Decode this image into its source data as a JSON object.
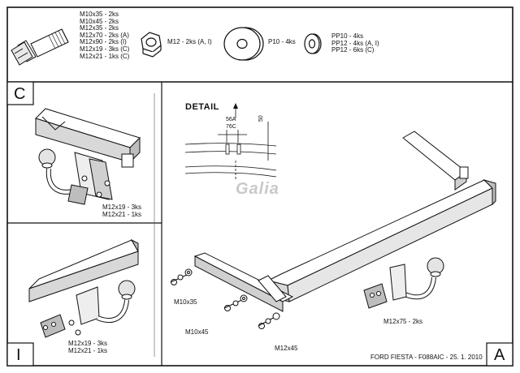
{
  "parts_table": {
    "bolt_specs": [
      "M10x35 - 2ks",
      "M10x45 - 2ks",
      "M12x35 - 2ks",
      "M12x70 - 2ks (A)",
      "M12x90 - 2ks (I)",
      "M12x19 - 3ks (C)",
      "M12x21 - 1ks (C)"
    ],
    "nut_spec": "M12 - 2ks (A, I)",
    "washer_spec": "P10 - 4ks",
    "spring_washer_specs": [
      "PP10 - 4ks",
      "PP12 - 4ks (A, I)",
      "PP12 - 6ks (C)"
    ]
  },
  "panels": {
    "c_label": "C",
    "i_label": "I",
    "a_label": "A"
  },
  "callouts": {
    "c_bolts": [
      "M12x19 - 3ks",
      "M12x21 - 1ks"
    ],
    "i_bolts": [
      "M12x19 - 3ks",
      "M12x21 - 1ks"
    ],
    "a_bolt_left": "M10x35",
    "a_bolt_mid": "M10x45",
    "a_bolt_right": "M12x45",
    "a_bolt_hitch": "M12x75 - 2ks"
  },
  "detail": {
    "title": "DETAIL",
    "dim_56a": "56A",
    "dim_76c": "76C",
    "dim_50": "50"
  },
  "logo_text": "Galia",
  "footer": "FORD FIESTA - F088AIC - 25. 1. 2010"
}
